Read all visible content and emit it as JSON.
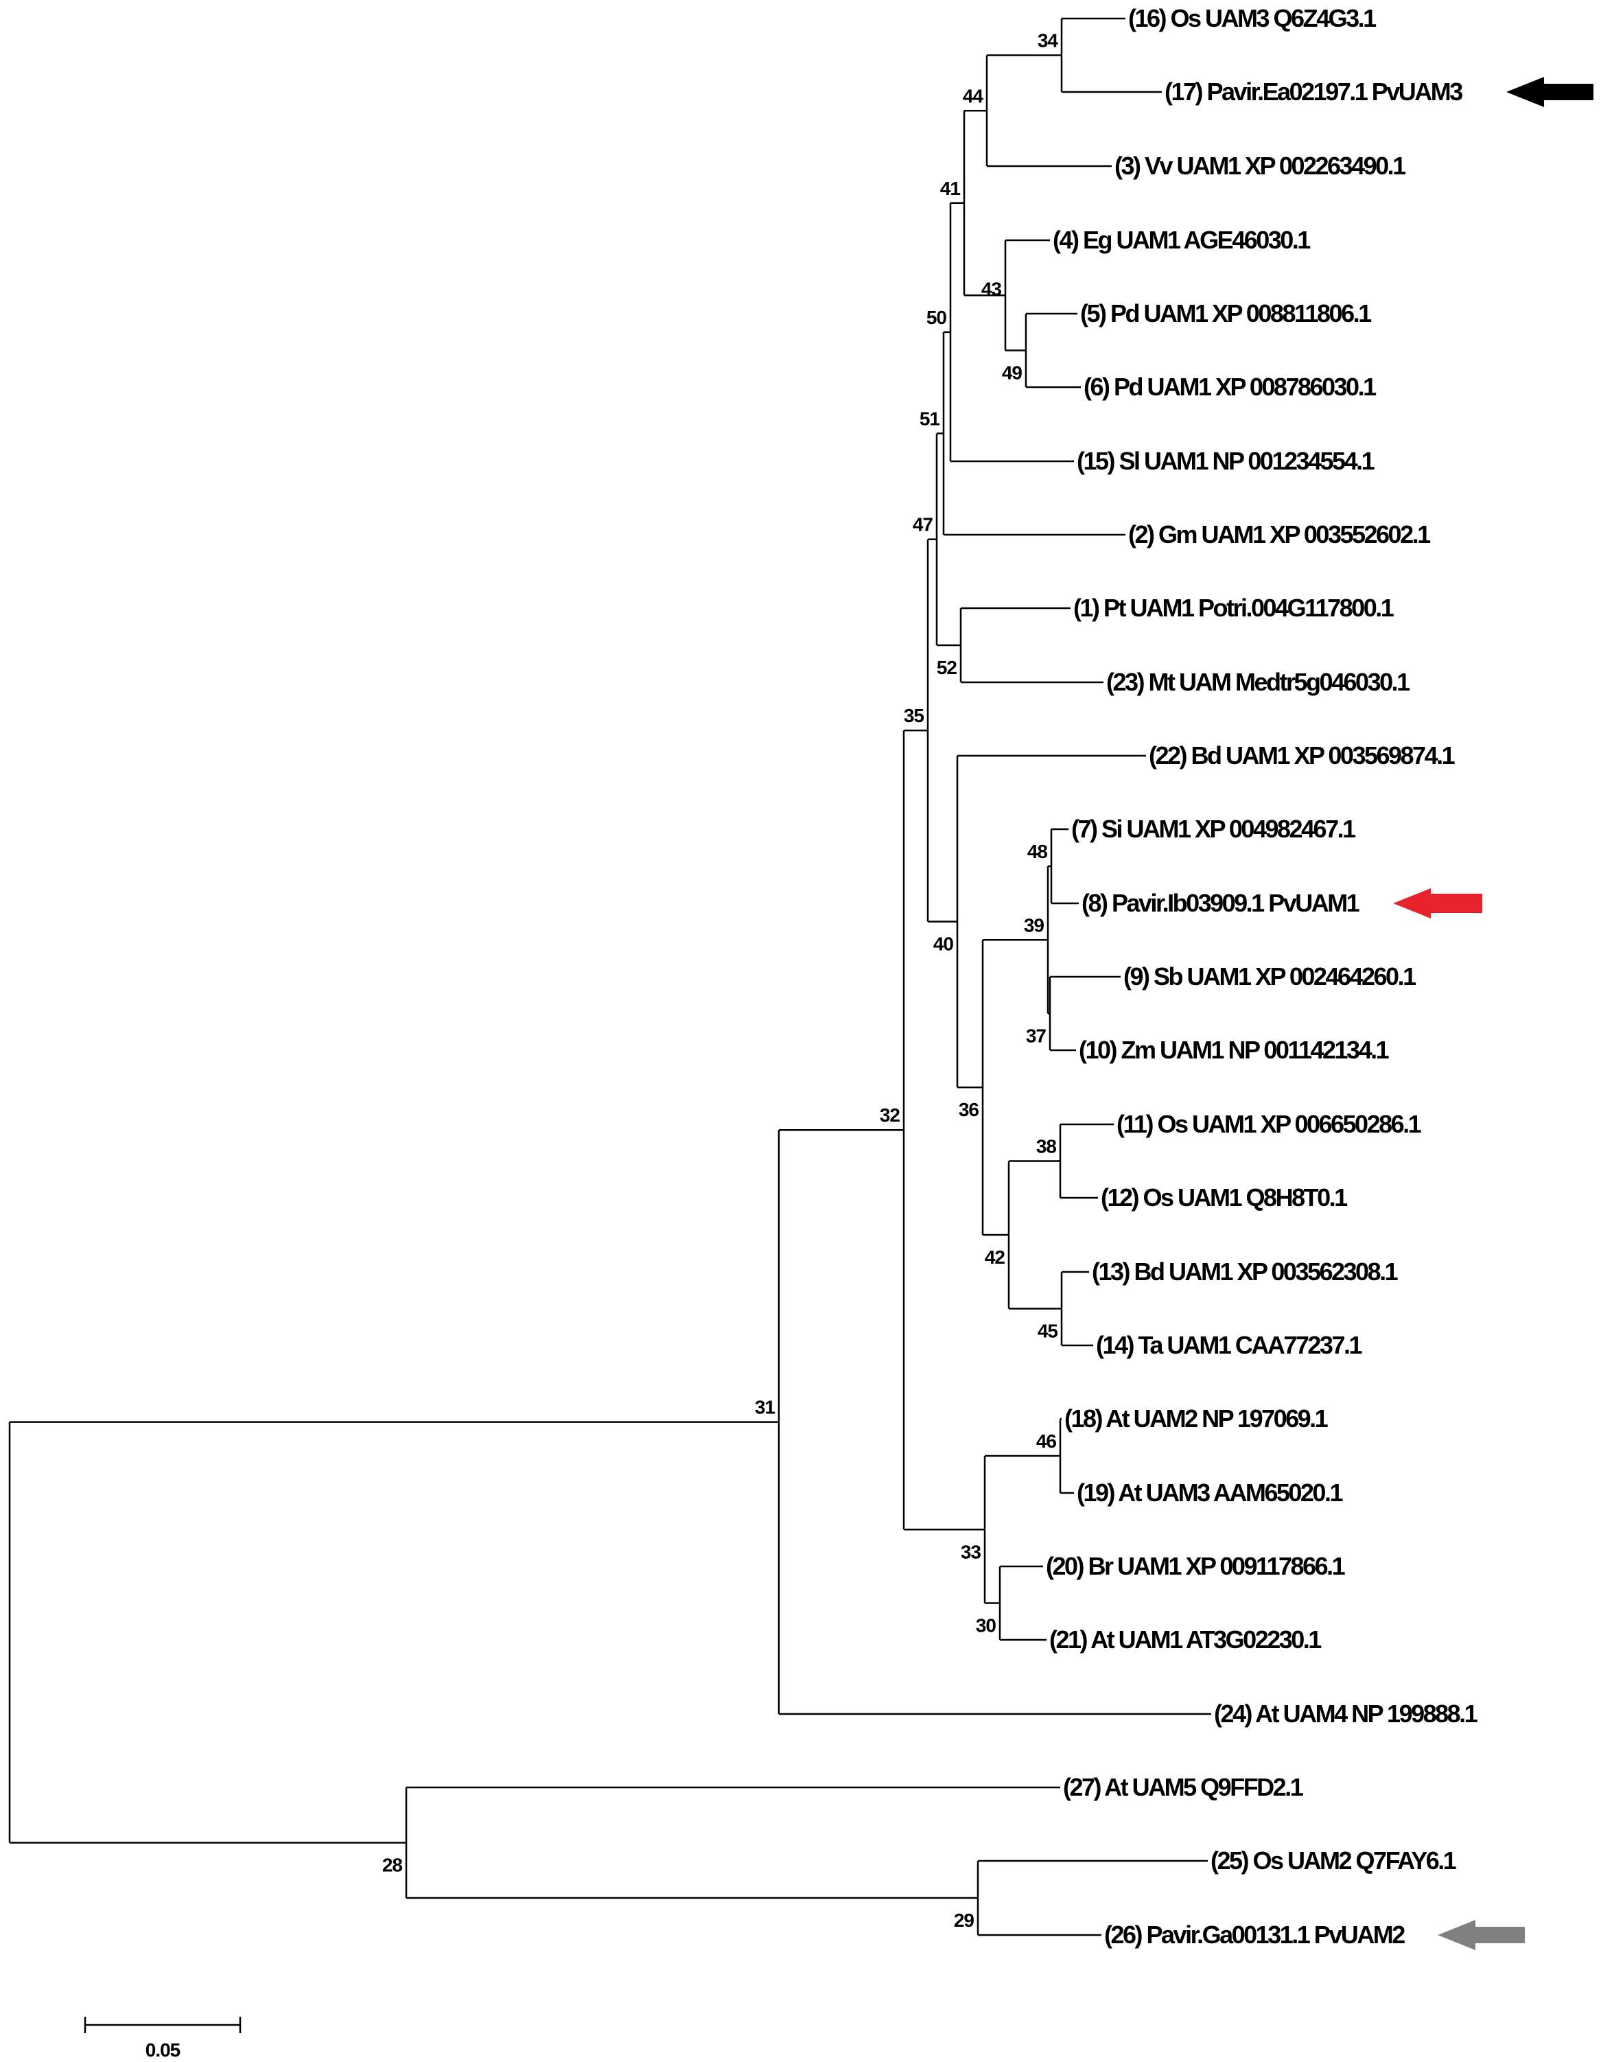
{
  "tree": {
    "leaves": [
      {
        "id": "16",
        "label": "(16) Os UAM3 Q6Z4G3.1"
      },
      {
        "id": "17",
        "label": "(17) Pavir.Ea02197.1 PvUAM3"
      },
      {
        "id": "3",
        "label": "(3) Vv UAM1 XP 002263490.1"
      },
      {
        "id": "4",
        "label": "(4) Eg UAM1 AGE46030.1"
      },
      {
        "id": "5",
        "label": "(5) Pd UAM1 XP 008811806.1"
      },
      {
        "id": "6",
        "label": "(6) Pd UAM1 XP 008786030.1"
      },
      {
        "id": "15",
        "label": "(15) Sl UAM1 NP 001234554.1"
      },
      {
        "id": "2",
        "label": "(2) Gm UAM1 XP 003552602.1"
      },
      {
        "id": "1",
        "label": "(1) Pt UAM1 Potri.004G117800.1"
      },
      {
        "id": "23",
        "label": "(23) Mt UAM Medtr5g046030.1"
      },
      {
        "id": "22",
        "label": "(22) Bd UAM1 XP 003569874.1"
      },
      {
        "id": "7",
        "label": "(7) Si UAM1 XP 004982467.1"
      },
      {
        "id": "8",
        "label": "(8) Pavir.Ib03909.1 PvUAM1"
      },
      {
        "id": "9",
        "label": "(9) Sb UAM1 XP 002464260.1"
      },
      {
        "id": "10",
        "label": "(10) Zm UAM1 NP 001142134.1"
      },
      {
        "id": "11",
        "label": "(11) Os UAM1 XP 006650286.1"
      },
      {
        "id": "12",
        "label": "(12) Os UAM1 Q8H8T0.1"
      },
      {
        "id": "13",
        "label": "(13) Bd UAM1 XP 003562308.1"
      },
      {
        "id": "14",
        "label": "(14) Ta UAM1 CAA77237.1"
      },
      {
        "id": "18",
        "label": "(18) At UAM2 NP 197069.1"
      },
      {
        "id": "19",
        "label": "(19) At UAM3 AAM65020.1"
      },
      {
        "id": "20",
        "label": "(20) Br UAM1 XP 009117866.1"
      },
      {
        "id": "21",
        "label": "(21) At UAM1 AT3G02230.1"
      },
      {
        "id": "24",
        "label": "(24) At UAM4 NP 199888.1"
      },
      {
        "id": "27",
        "label": "(27) At UAM5 Q9FFD2.1"
      },
      {
        "id": "25",
        "label": "(25) Os UAM2 Q7FAY6.1"
      },
      {
        "id": "26",
        "label": "(26) Pavir.Ga00131.1 PvUAM2"
      }
    ],
    "node_labels": [
      "34",
      "44",
      "49",
      "43",
      "41",
      "50",
      "51",
      "52",
      "47",
      "48",
      "37",
      "39",
      "38",
      "45",
      "42",
      "36",
      "40",
      "35",
      "46",
      "30",
      "33",
      "32",
      "31",
      "29",
      "28"
    ],
    "markers": [
      {
        "leaf": "17",
        "color": "#000000",
        "icon": "arrow-left-icon"
      },
      {
        "leaf": "8",
        "color": "#e8232b",
        "icon": "arrow-left-icon"
      },
      {
        "leaf": "26",
        "color": "#808080",
        "icon": "arrow-left-icon"
      }
    ],
    "scale_bar": {
      "label": "0.05"
    }
  }
}
